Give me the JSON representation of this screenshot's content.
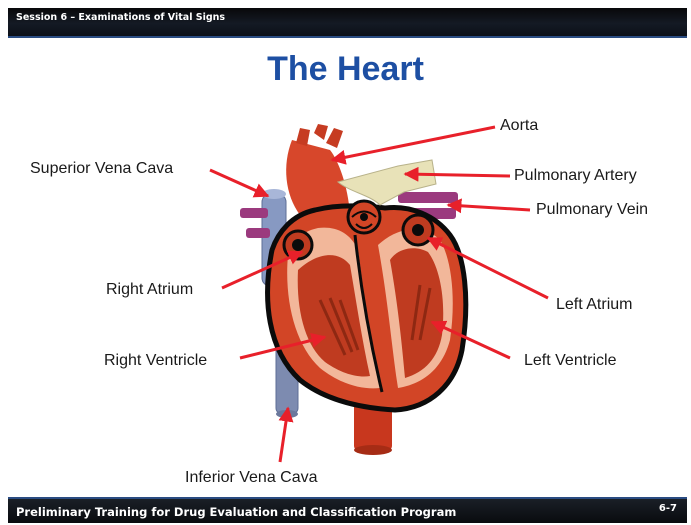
{
  "header": {
    "session": "Session 6 – Examinations of Vital Signs"
  },
  "slide": {
    "title": "The Heart"
  },
  "labels": {
    "aorta": "Aorta",
    "superior_vena_cava": "Superior Vena Cava",
    "pulmonary_artery": "Pulmonary Artery",
    "pulmonary_vein": "Pulmonary Vein",
    "right_atrium": "Right Atrium",
    "left_atrium": "Left Atrium",
    "right_ventricle": "Right Ventricle",
    "left_ventricle": "Left Ventricle",
    "inferior_vena_cava": "Inferior Vena Cava"
  },
  "footer": {
    "program": "Preliminary Training for Drug Evaluation and Classification Program",
    "page": "6-7"
  },
  "colors": {
    "title": "#1d4fa3",
    "arrow": "#e8202a",
    "heart_red": "#c8371e",
    "vena_cava_blue": "#7f8fb5",
    "pulmonary_artery": "#e8e2b8",
    "pulmonary_vein": "#9b3a7e"
  }
}
